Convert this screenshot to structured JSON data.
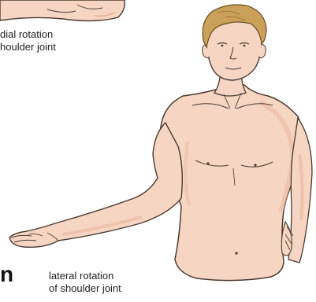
{
  "labels": {
    "top_line1": "dial rotation",
    "top_line2": "houlder joint",
    "bottom_line1": "lateral rotation",
    "bottom_line2": "of shoulder joint",
    "cut_letter": "n"
  },
  "colors": {
    "skin": "#f6d5c2",
    "skin_shade": "#e8b59c",
    "outline": "#4a3b33",
    "hair": "#c9a158",
    "hair_shade": "#a47b37"
  }
}
